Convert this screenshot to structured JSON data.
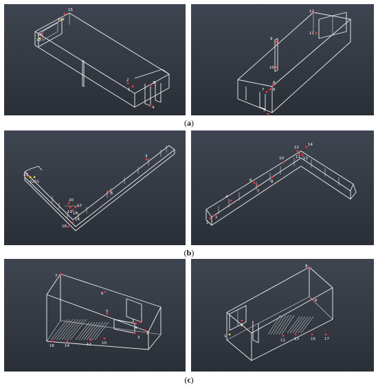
{
  "captions": {
    "a": "a",
    "b": "b",
    "c": "c"
  },
  "panels": {
    "a_left": {
      "points": [
        "1",
        "2",
        "3",
        "4",
        "12",
        "13",
        "14",
        "15"
      ]
    },
    "a_right": {
      "points": [
        "5",
        "6",
        "7",
        "8",
        "9",
        "10",
        "11",
        "12"
      ]
    },
    "b_left": {
      "points": [
        "3",
        "5",
        "15",
        "16",
        "17",
        "18",
        "19",
        "20",
        "21",
        "22",
        "23"
      ]
    },
    "b_right": {
      "points": [
        "1",
        "2",
        "4",
        "6",
        "7",
        "8",
        "10",
        "11",
        "12",
        "13",
        "14"
      ]
    },
    "c_left": {
      "points": [
        "1",
        "2",
        "3",
        "4",
        "5",
        "6",
        "7",
        "10",
        "12",
        "14",
        "16"
      ]
    },
    "c_right": {
      "points": [
        "1",
        "2",
        "8",
        "9",
        "11",
        "13",
        "15",
        "17"
      ]
    }
  },
  "colors": {
    "marker": "#e8383d",
    "marker_alt": "#e6d13a",
    "wire": "#f2f2f2"
  }
}
